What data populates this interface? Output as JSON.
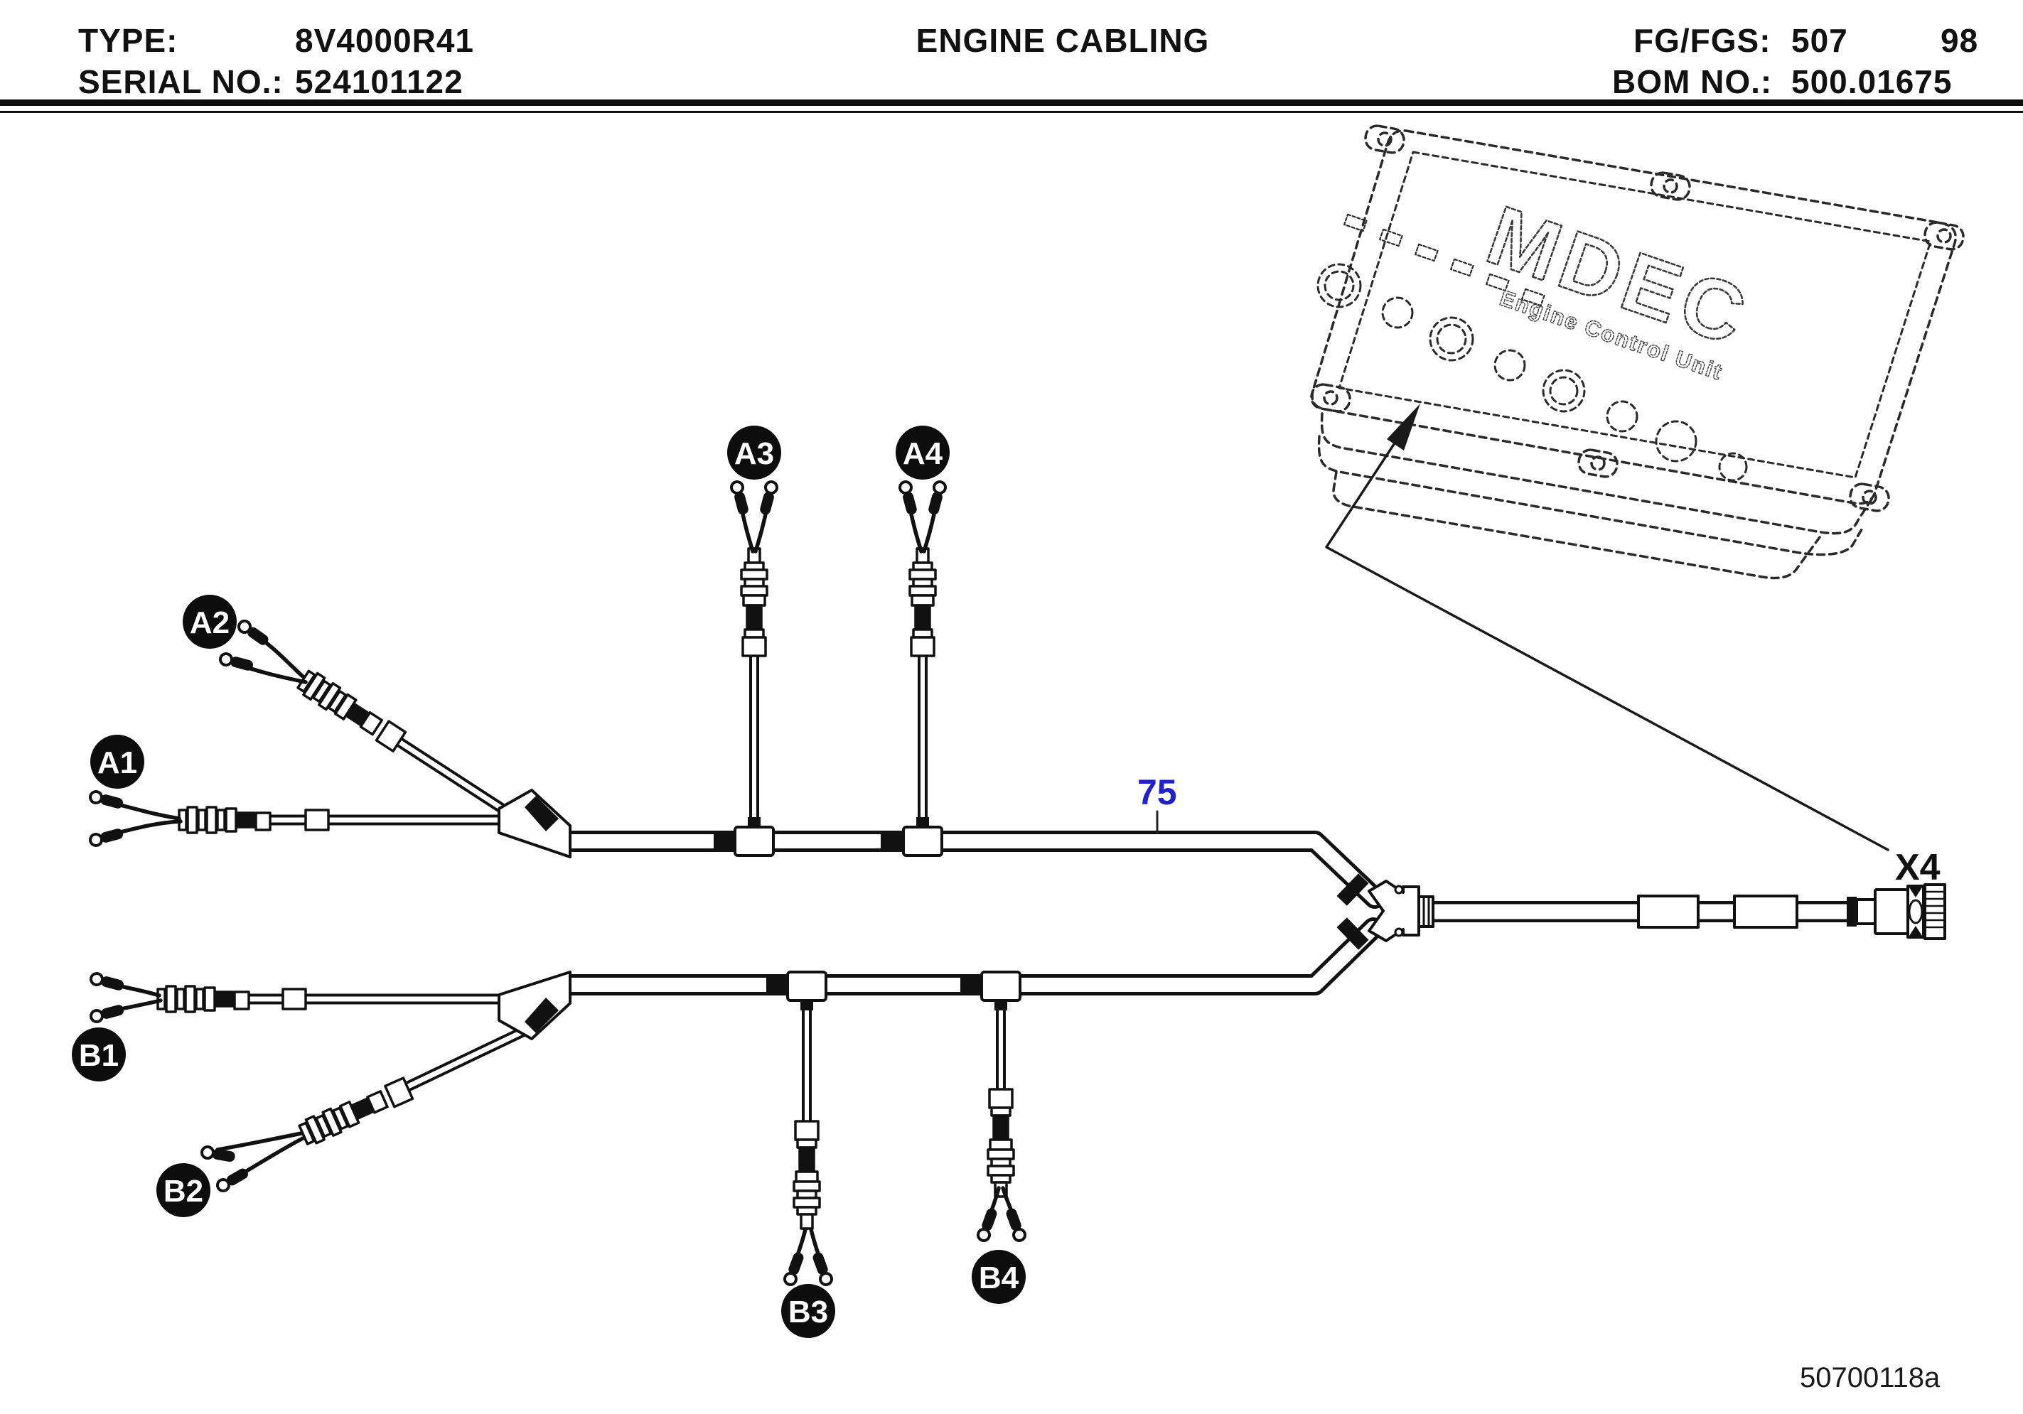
{
  "header": {
    "type_label": "TYPE:",
    "type_value": "8V4000R41",
    "serial_label": "SERIAL NO.:",
    "serial_value": "524101122",
    "title": "ENGINE CABLING",
    "fg_label": "FG/FGS:",
    "fg_value": "507",
    "fg_extra": "98",
    "bom_label": "BOM NO.:",
    "bom_value": "500.01675"
  },
  "diagram": {
    "callouts": [
      {
        "id": "A1",
        "label": "A1"
      },
      {
        "id": "A2",
        "label": "A2"
      },
      {
        "id": "A3",
        "label": "A3"
      },
      {
        "id": "A4",
        "label": "A4"
      },
      {
        "id": "B1",
        "label": "B1"
      },
      {
        "id": "B2",
        "label": "B2"
      },
      {
        "id": "B3",
        "label": "B3"
      },
      {
        "id": "B4",
        "label": "B4"
      }
    ],
    "cable_ref": {
      "label": "75"
    },
    "ecu": {
      "logo": "MDEC",
      "subtitle": "Engine Control Unit"
    },
    "ecu_connector": {
      "label": "X4"
    },
    "drawing_number": "50700118a"
  },
  "colors": {
    "ink": "#111111",
    "accent_blue": "#2121cc",
    "paper": "#ffffff"
  }
}
